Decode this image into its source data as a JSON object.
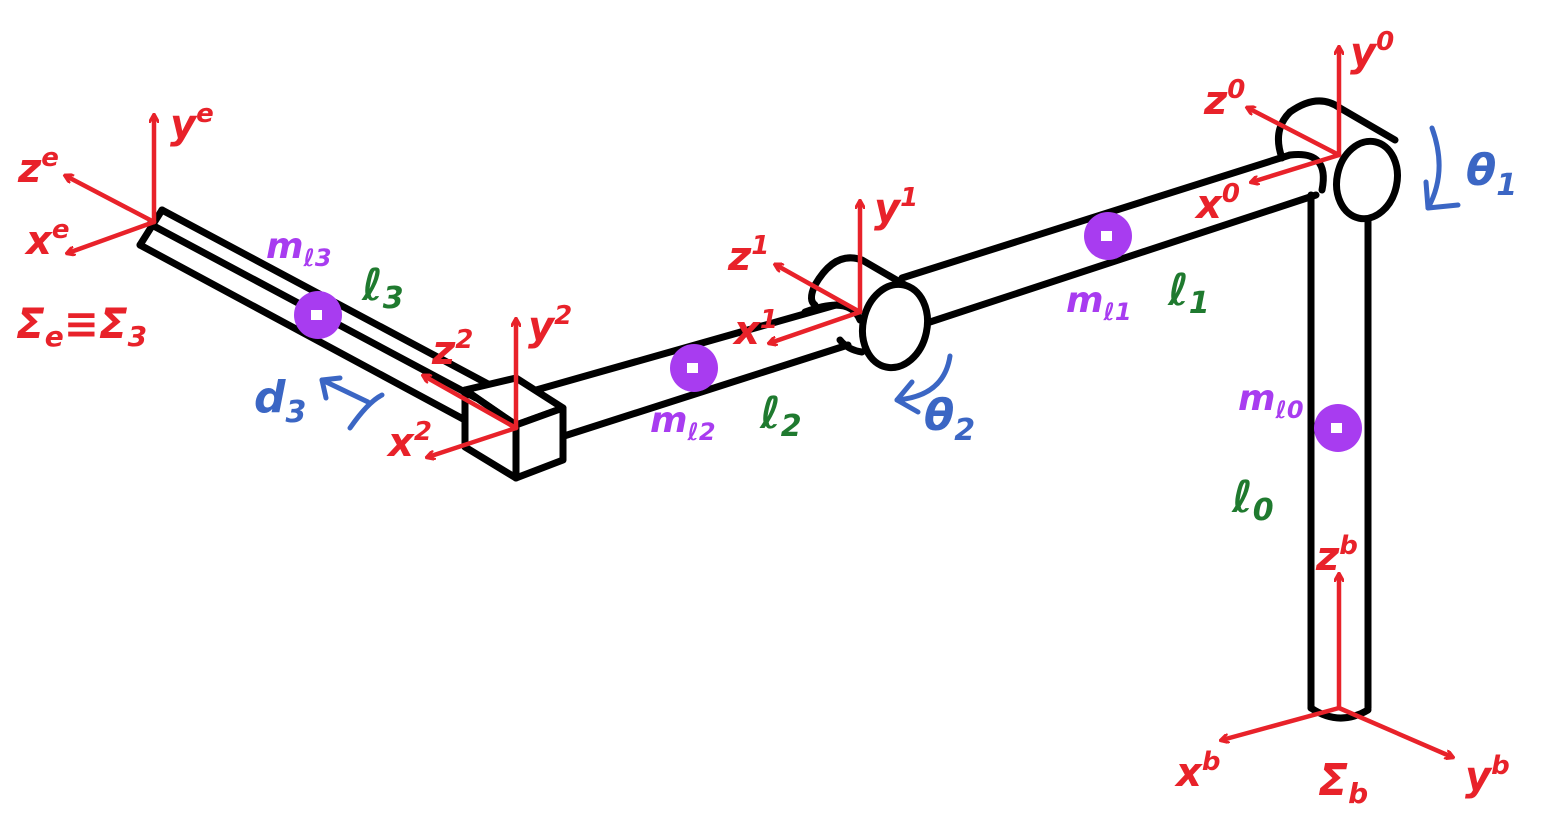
{
  "colors": {
    "axis": "#e8222a",
    "link_length": "#1f7a2f",
    "joint_variable": "#3b66c4",
    "mass": "#a83cf0",
    "structure": "#000000"
  },
  "frames": {
    "base": {
      "x": "x",
      "x_sup": "b",
      "y": "y",
      "y_sup": "b",
      "z": "z",
      "z_sup": "b",
      "label": "Σ",
      "label_sub": "b"
    },
    "f0": {
      "x": "x",
      "x_sup": "0",
      "y": "y",
      "y_sup": "0",
      "z": "z",
      "z_sup": "0"
    },
    "f1": {
      "x": "x",
      "x_sup": "1",
      "y": "y",
      "y_sup": "1",
      "z": "z",
      "z_sup": "1"
    },
    "f2": {
      "x": "x",
      "x_sup": "2",
      "y": "y",
      "y_sup": "2",
      "z": "z",
      "z_sup": "2"
    },
    "end": {
      "x": "x",
      "x_sup": "e",
      "y": "y",
      "y_sup": "e",
      "z": "z",
      "z_sup": "e",
      "label_left": "Σ",
      "label_left_sub": "e",
      "equiv": "≡",
      "label_right": "Σ",
      "label_right_sub": "3"
    }
  },
  "links": {
    "l0": {
      "text": "ℓ",
      "sub": "0"
    },
    "l1": {
      "text": "ℓ",
      "sub": "1"
    },
    "l2": {
      "text": "ℓ",
      "sub": "2"
    },
    "l3": {
      "text": "ℓ",
      "sub": "3"
    }
  },
  "masses": {
    "m0": {
      "text": "m",
      "sub": "ℓ0"
    },
    "m1": {
      "text": "m",
      "sub": "ℓ1"
    },
    "m2": {
      "text": "m",
      "sub": "ℓ2"
    },
    "m3": {
      "text": "m",
      "sub": "ℓ3"
    }
  },
  "joints": {
    "theta1": {
      "text": "θ",
      "sub": "1"
    },
    "theta2": {
      "text": "θ",
      "sub": "2"
    },
    "d3": {
      "text": "d",
      "sub": "3"
    }
  }
}
